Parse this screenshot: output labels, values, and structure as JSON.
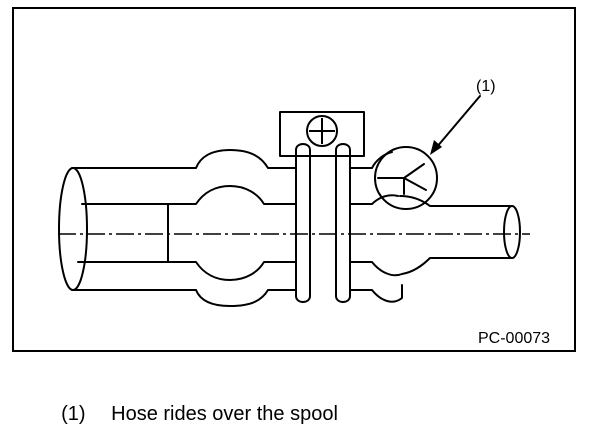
{
  "figure": {
    "callout_label": "(1)",
    "figure_code": "PC-00073"
  },
  "caption": {
    "number": "(1)",
    "text": "Hose rides over the spool"
  },
  "colors": {
    "line": "#000000",
    "background": "#ffffff"
  }
}
